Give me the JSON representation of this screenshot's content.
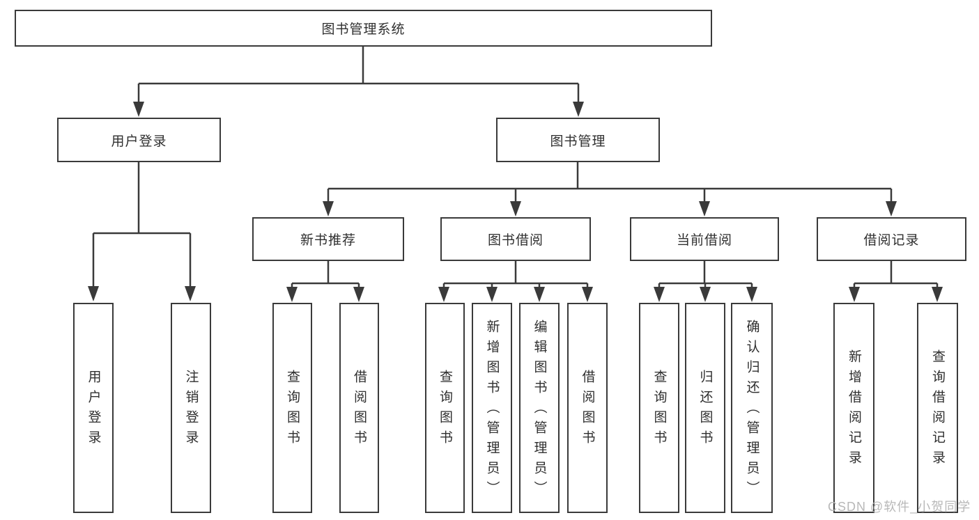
{
  "diagram": {
    "type": "tree",
    "title": "图书管理系统",
    "colors": {
      "border": "#3a3a3a",
      "connector": "#3a3a3a",
      "text": "#2f2f2f",
      "background": "#ffffff",
      "watermark": "#b8b8b8"
    },
    "tree": {
      "label": "图书管理系统",
      "children": [
        {
          "label": "用户登录",
          "children": [
            {
              "label": "用户登录"
            },
            {
              "label": "注销登录"
            }
          ]
        },
        {
          "label": "图书管理",
          "children": [
            {
              "label": "新书推荐",
              "children": [
                {
                  "label": "查询图书"
                },
                {
                  "label": "借阅图书"
                }
              ]
            },
            {
              "label": "图书借阅",
              "children": [
                {
                  "label": "查询图书"
                },
                {
                  "label": "新增图书（管理员）"
                },
                {
                  "label": "编辑图书（管理员）"
                },
                {
                  "label": "借阅图书"
                }
              ]
            },
            {
              "label": "当前借阅",
              "children": [
                {
                  "label": "查询图书"
                },
                {
                  "label": "归还图书"
                },
                {
                  "label": "确认归还（管理员）"
                }
              ]
            },
            {
              "label": "借阅记录",
              "children": [
                {
                  "label": "新增借阅记录"
                },
                {
                  "label": "查询借阅记录"
                }
              ]
            }
          ]
        }
      ]
    }
  },
  "watermark": {
    "text": "CSDN @软件_小贺同学"
  }
}
